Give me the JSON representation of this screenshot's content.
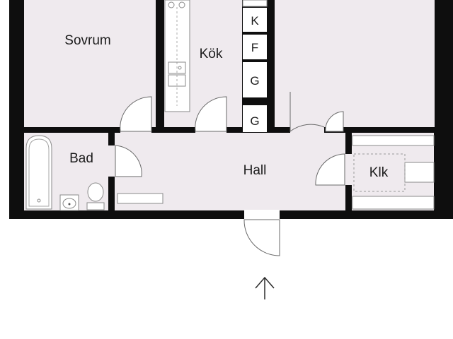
{
  "rooms": {
    "sovrum": "Sovrum",
    "kok": "Kök",
    "bad": "Bad",
    "hall": "Hall",
    "klk": "Klk"
  },
  "cabinets": {
    "k": "K",
    "f": "F",
    "g1": "G",
    "g2": "G"
  },
  "colors": {
    "floor": "#efeaee",
    "wall": "#0e0e0e",
    "fixture_line": "#8a8a8a"
  },
  "icons": {
    "entrance": "arrow-up-icon"
  }
}
